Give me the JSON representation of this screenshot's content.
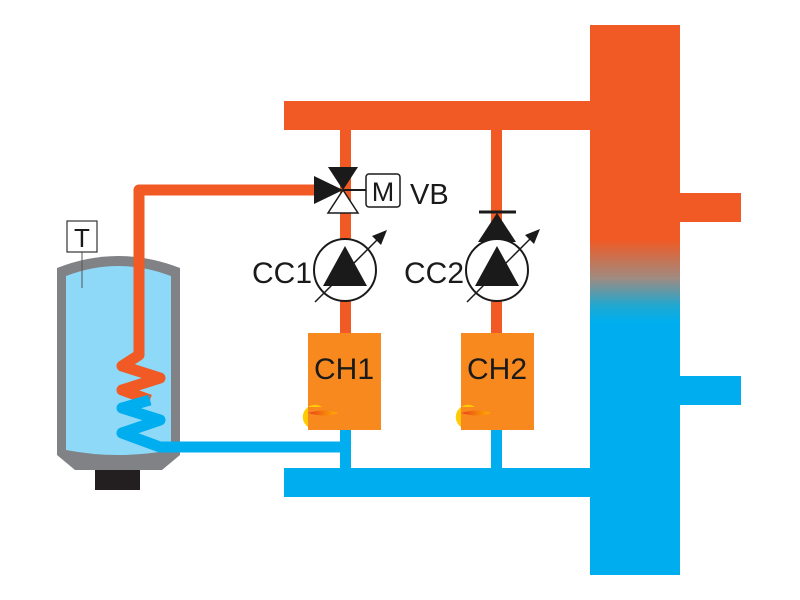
{
  "labels": {
    "tank_sensor": "T",
    "valve_motor": "M",
    "valve": "VB",
    "pump1": "CC1",
    "pump2": "CC2",
    "boiler1": "CH1",
    "boiler2": "CH2"
  },
  "colors": {
    "hot": "#f15a24",
    "cold": "#00aeef",
    "boiler": "#f7891f",
    "tank_water": "#8ed8f8",
    "tank_shell": "#808285",
    "burner": "#ffcb05",
    "symbol": "#1a1a1a"
  }
}
